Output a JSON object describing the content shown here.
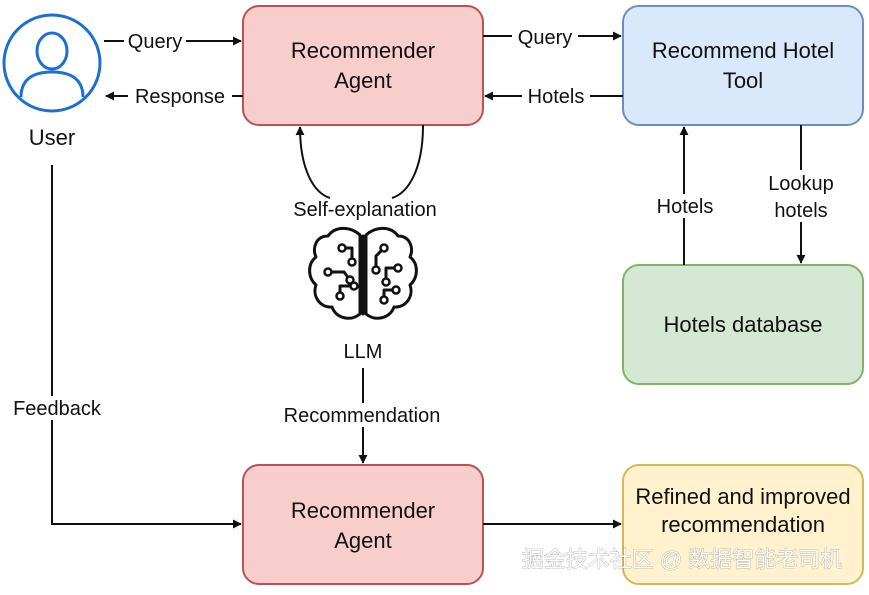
{
  "user": {
    "label": "User"
  },
  "nodes": {
    "recommender_agent_top": {
      "lines": [
        "Recommender",
        "Agent"
      ],
      "fill": "#f8cecc",
      "stroke": "#b85450"
    },
    "recommend_hotel_tool": {
      "lines": [
        "Recommend Hotel",
        "Tool"
      ],
      "fill": "#dae8fc",
      "stroke": "#6c8ebf"
    },
    "hotels_database": {
      "lines": [
        "Hotels database"
      ],
      "fill": "#d5e8d4",
      "stroke": "#82b366"
    },
    "recommender_agent_bottom": {
      "lines": [
        "Recommender",
        "Agent"
      ],
      "fill": "#f8cecc",
      "stroke": "#b85450"
    },
    "refined_output": {
      "lines": [
        "Refined and improved",
        "recommendation"
      ],
      "fill": "#fff2cc",
      "stroke": "#d6b656"
    }
  },
  "edges": {
    "user_query": "Query",
    "agent_response": "Response",
    "agent_tool_query": "Query",
    "tool_hotels": "Hotels",
    "db_hotels": "Hotels",
    "lookup_hotels": [
      "Lookup",
      "hotels"
    ],
    "self_explanation": "Self-explanation",
    "llm": "LLM",
    "recommendation": "Recommendation",
    "feedback": "Feedback"
  },
  "icons": {
    "user": "user-icon",
    "llm": "brain-circuit-icon"
  },
  "watermark": "掘金技术社区 @ 数据智能老司机"
}
